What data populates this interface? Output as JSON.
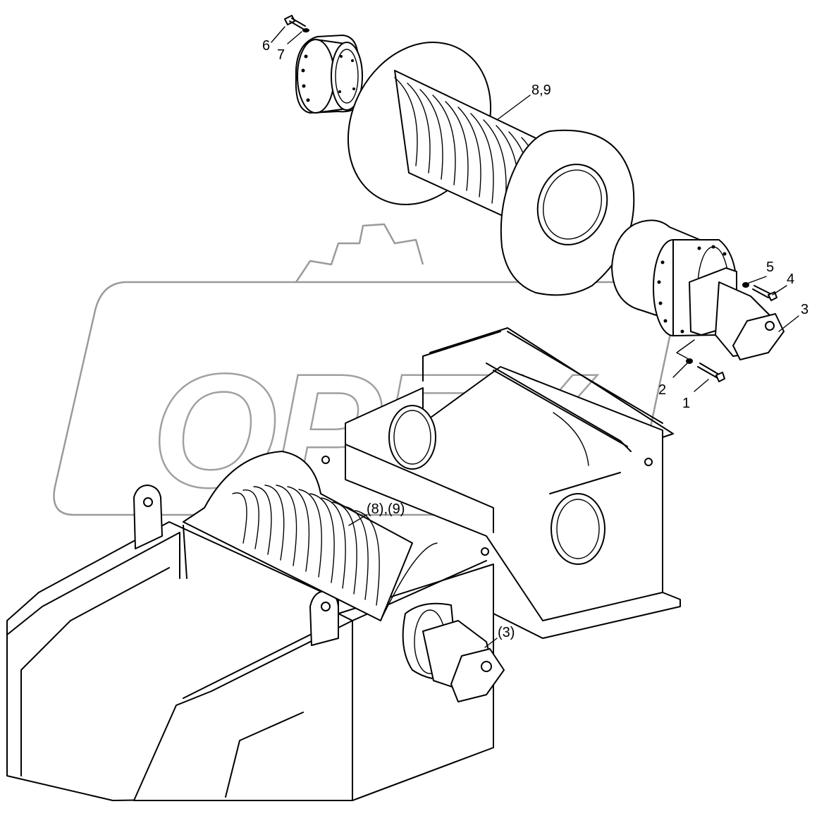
{
  "diagram": {
    "callouts": {
      "c1": "1",
      "c2": "2",
      "c3": "3",
      "c4": "4",
      "c5": "5",
      "c6": "6",
      "c7": "7",
      "c89": "8,9",
      "c89_ref": "(8),(9)",
      "c3_ref": "(3)"
    },
    "watermark": "OPEX"
  }
}
